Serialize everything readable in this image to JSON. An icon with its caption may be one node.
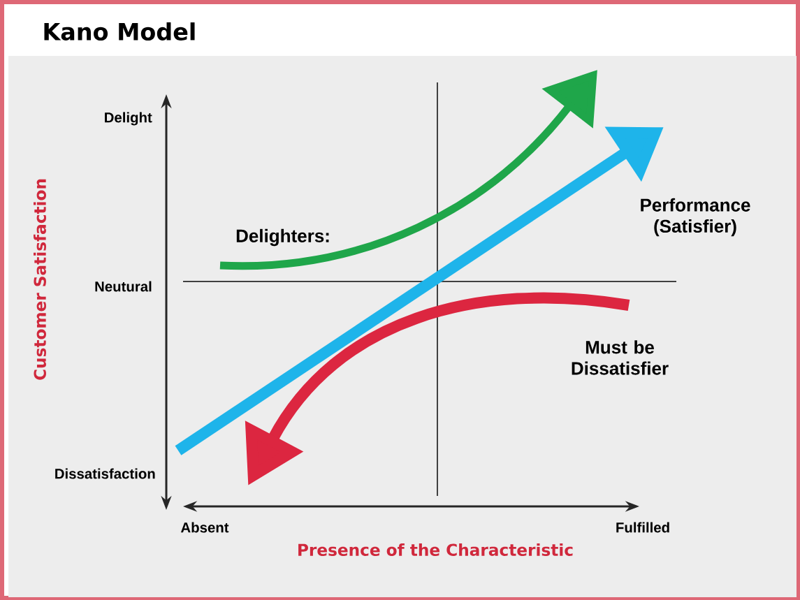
{
  "diagram": {
    "title": "Kano Model",
    "labels": [
      "Delight",
      "Delighters:",
      "Performance (Satisfier)",
      "Neutural",
      "Must be Dissatisfier",
      "Dissatisfaction",
      "Absent",
      "Fulfilled",
      "Presence of the Characteristic",
      "Customer Satisfaction"
    ]
  }
}
